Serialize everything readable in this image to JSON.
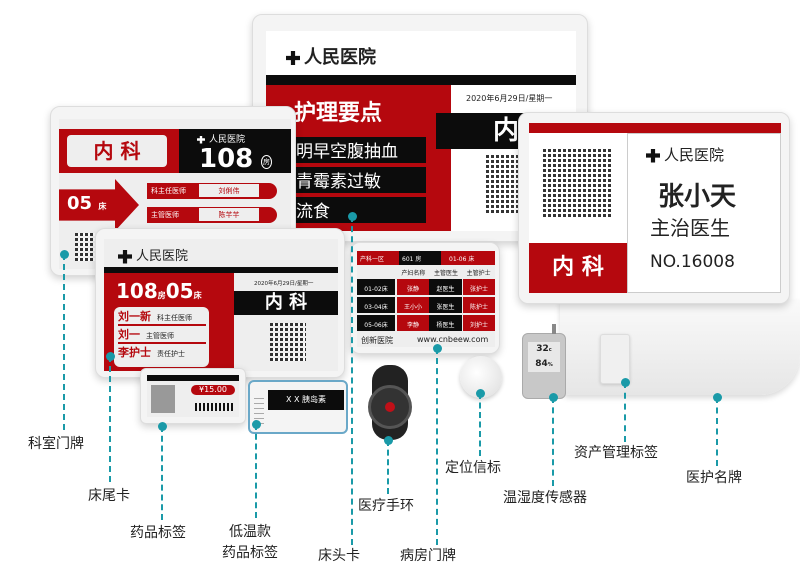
{
  "colors": {
    "accent": "#1a9aa8",
    "epaper_red": "#b5080e",
    "epaper_black": "#0c0c0c"
  },
  "hospital": "人民医院",
  "big_board": {
    "title": "护理要点",
    "items": [
      "明早空腹抽血",
      "青霉素过敏",
      "流食"
    ],
    "date": "2020年6月29日/星期一",
    "dept": "内"
  },
  "dept_sign": {
    "dept": "内 科",
    "room": "108",
    "room_unit": "房",
    "bed": "05",
    "bed_unit": "床",
    "rows": [
      {
        "role": "科主任医师",
        "name": "刘俐伟"
      },
      {
        "role": "主管医师",
        "name": "陈芊芊"
      }
    ]
  },
  "bed_end": {
    "room": "108",
    "room_unit": "房",
    "bed": "05",
    "bed_unit": "床",
    "date": "2020年6月29日/星期一",
    "dept": "内 科",
    "staff": [
      {
        "name": "刘一新",
        "role": "科主任医师"
      },
      {
        "name": "刘一",
        "role": "主管医师"
      },
      {
        "name": "李护士",
        "role": "责任护士"
      }
    ]
  },
  "ward_door": {
    "area": "产科一区",
    "room": "601",
    "room_unit": "房",
    "beds": "01-06",
    "beds_unit": "床",
    "headers": [
      "产妇名称",
      "主管医生",
      "主管护士"
    ],
    "rows": [
      [
        "01-02床",
        "张静",
        "赵医生",
        "张护士"
      ],
      [
        "03-04床",
        "王小小",
        "张医生",
        "陈护士"
      ],
      [
        "05-06床",
        "李静",
        "杨医生",
        "刘护士"
      ]
    ],
    "footer_logo": "创新医院",
    "url": "www.cnbeew.com"
  },
  "staff_badge": {
    "name": "张小天",
    "title": "主治医生",
    "dept": "内 科",
    "number": "NO.16008"
  },
  "price_label": {
    "price": "¥15.00"
  },
  "cold_label": {
    "product": "X X 胰岛素"
  },
  "sensor": {
    "temp": "32",
    "temp_unit": "c",
    "humidity": "84",
    "humidity_unit": "%"
  },
  "labels": {
    "dept_sign": "科室门牌",
    "bed_end": "床尾卡",
    "drug": "药品标签",
    "cold_1": "低温款",
    "cold_2": "药品标签",
    "bedside": "床头卡",
    "ward": "病房门牌",
    "wristband": "医疗手环",
    "beacon": "定位信标",
    "sensor": "温湿度传感器",
    "asset": "资产管理标签",
    "badge": "医护名牌"
  }
}
